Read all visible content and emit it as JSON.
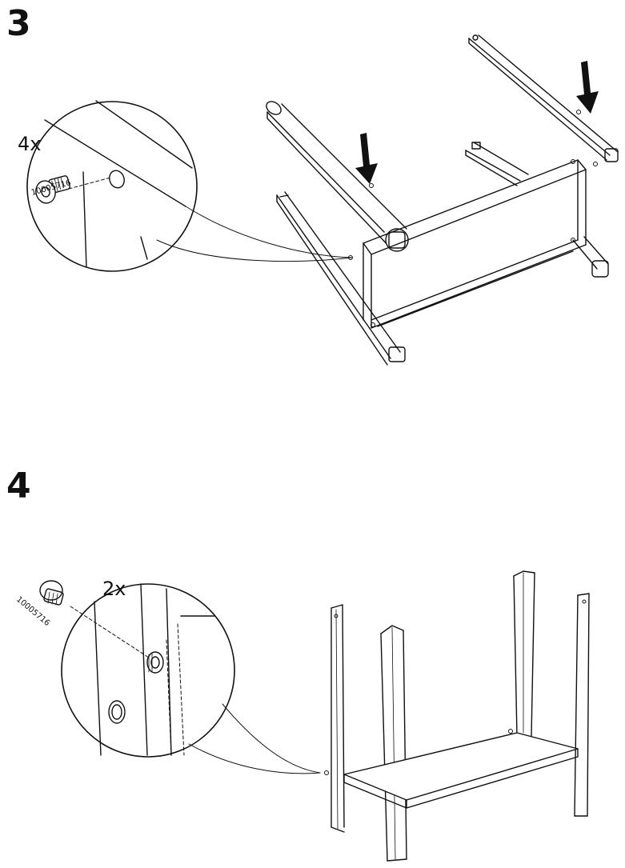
{
  "steps": [
    {
      "number": "3",
      "callout": {
        "quantity": "4x",
        "part_number": "10005716"
      }
    },
    {
      "number": "4",
      "callout": {
        "quantity": "2x",
        "part_number": "10005716"
      }
    }
  ],
  "icons": {
    "screw": "screw-icon",
    "arrow": "arrow-down-icon"
  }
}
